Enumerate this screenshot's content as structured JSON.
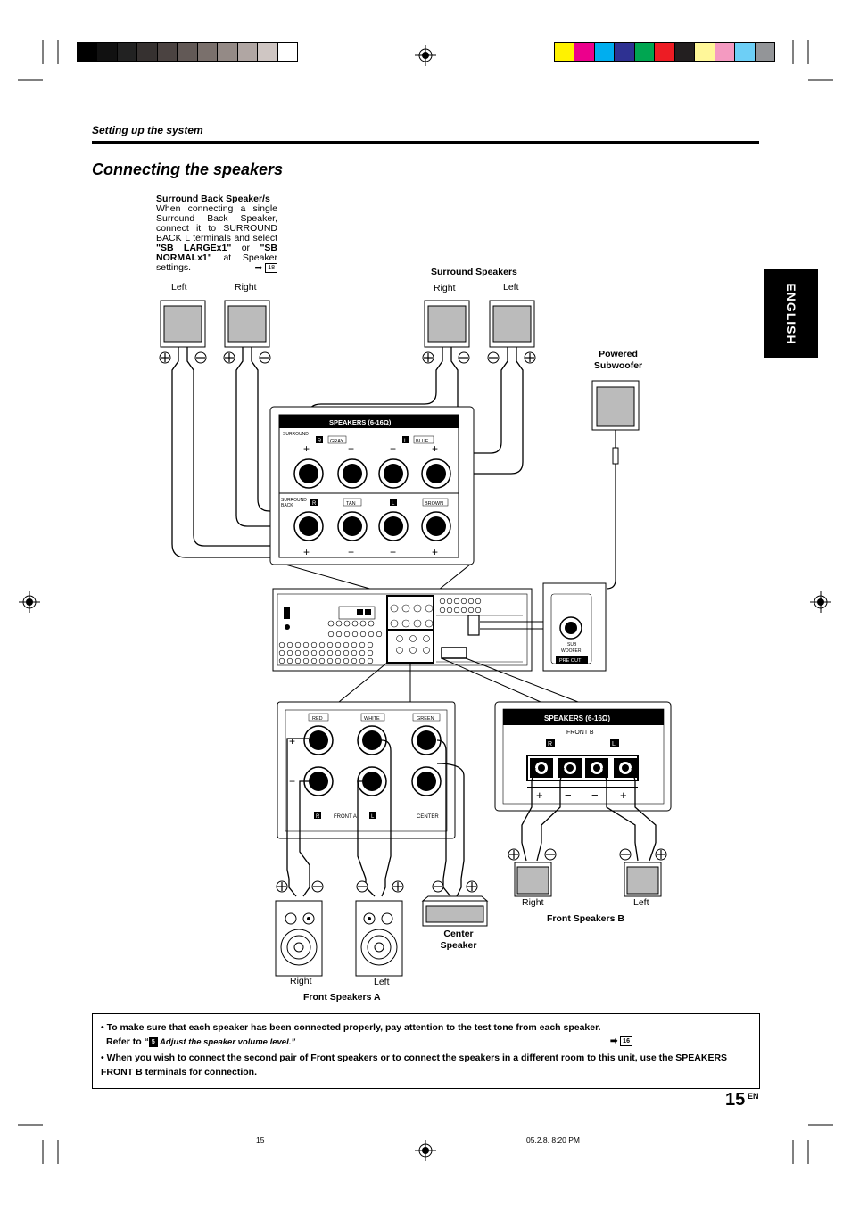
{
  "header": {
    "section_title": "Setting up the system",
    "page_title": "Connecting the speakers",
    "language_tab": "ENGLISH"
  },
  "color_bars": {
    "gray_steps": [
      "#000000",
      "#111111",
      "#222222",
      "#363130",
      "#4b4341",
      "#625956",
      "#7a706c",
      "#948a86",
      "#b0a6a3",
      "#cfc6c3",
      "#ffffff"
    ],
    "color_steps": [
      "#fff200",
      "#ec008c",
      "#00aeef",
      "#2e3192",
      "#00a651",
      "#ed1c24",
      "#231f20",
      "#fff799",
      "#f49ac1",
      "#6dcff6",
      "#939598"
    ]
  },
  "surround_back_note": {
    "heading": "Surround Back Speaker/s",
    "body": "When connecting a single Surround Back Speaker, connect it to SURROUND BACK L terminals and select",
    "bold1": "\"SB LARGEx1\"",
    "or": "or",
    "bold2": "\"SB NORMALx1\"",
    "tail": "at Speaker settings.",
    "ref_page": "18"
  },
  "labels": {
    "sb_left": "Left",
    "sb_right": "Right",
    "surround_speakers": "Surround Speakers",
    "sr_right": "Right",
    "sr_left": "Left",
    "powered_subwoofer_1": "Powered",
    "powered_subwoofer_2": "Subwoofer",
    "speakers_title": "SPEAKERS (6-16Ω)",
    "surround": "SURROUND",
    "surround_back_1": "SURROUND",
    "surround_back_2": "BACK",
    "r": "R",
    "l": "L",
    "gray": "GRAY",
    "blue": "BLUE",
    "tan": "TAN",
    "brown": "BROWN",
    "plus": "+",
    "minus": "−",
    "sub_woofer_1": "SUB",
    "sub_woofer_2": "WOOFER",
    "pre_out": "PRE OUT",
    "red": "RED",
    "white": "WHITE",
    "green": "GREEN",
    "front_a": "FRONT A",
    "center": "CENTER",
    "front_b_title": "SPEAKERS (6-16Ω)",
    "front_b": "FRONT B",
    "fa_right": "Right",
    "fa_left": "Left",
    "front_speakers_a": "Front Speakers A",
    "center_speaker_1": "Center",
    "center_speaker_2": "Speaker",
    "fb_right": "Right",
    "fb_left": "Left",
    "front_speakers_b": "Front Speakers B"
  },
  "notes": {
    "bullet1": "• To make sure that each speaker has been connected properly, pay attention to the test tone from each speaker.",
    "refer_to": "Refer to “",
    "step_num": "5",
    "step_text": " Adjust the speaker volume level.”",
    "ref_page": "16",
    "bullet2": "• When you wish to connect the second pair of Front speakers or to connect the speakers in a different room to this unit, use the SPEAKERS FRONT B terminals for connection."
  },
  "footer": {
    "page_number": "15",
    "page_suffix": "EN",
    "footer_page": "15",
    "footer_date": "05.2.8, 8:20 PM"
  }
}
